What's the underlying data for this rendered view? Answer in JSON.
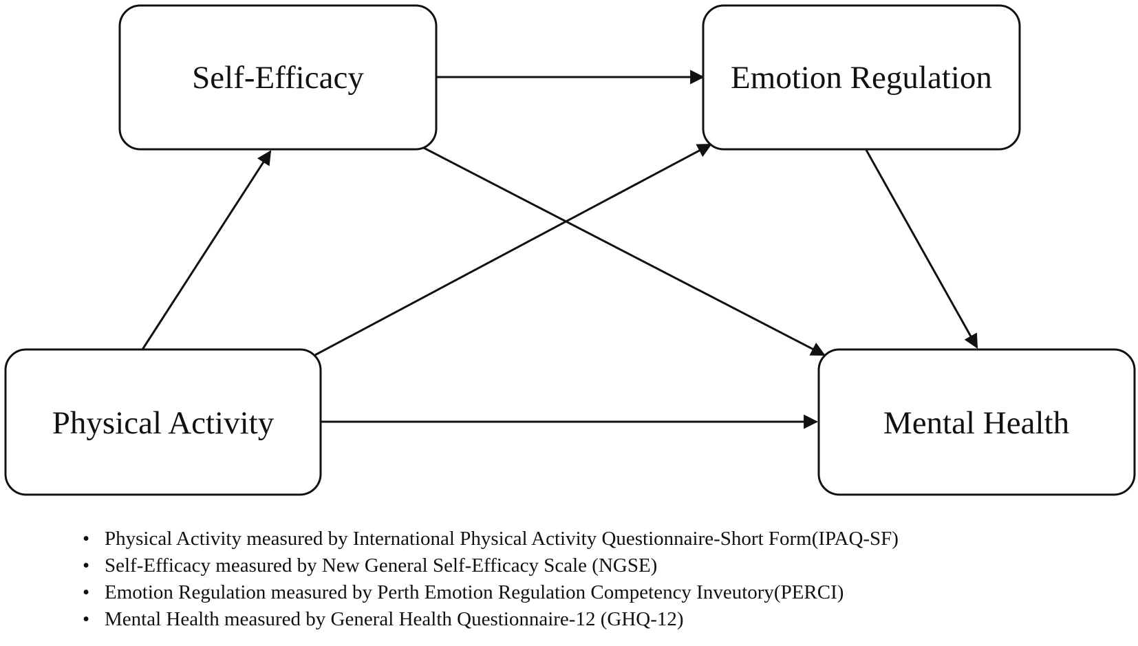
{
  "nodes": {
    "self_efficacy": "Self-Efficacy",
    "emotion_regulation": "Emotion Regulation",
    "physical_activity": "Physical Activity",
    "mental_health": "Mental Health"
  },
  "edges": [
    {
      "from": "physical_activity",
      "to": "self_efficacy"
    },
    {
      "from": "physical_activity",
      "to": "emotion_regulation"
    },
    {
      "from": "physical_activity",
      "to": "mental_health"
    },
    {
      "from": "self_efficacy",
      "to": "emotion_regulation"
    },
    {
      "from": "self_efficacy",
      "to": "mental_health"
    },
    {
      "from": "emotion_regulation",
      "to": "mental_health"
    }
  ],
  "notes": {
    "bullet": "•",
    "items": [
      "Physical Activity measured by International Physical Activity Questionnaire-Short Form(IPAQ-SF)",
      "Self-Efficacy measured by New General Self-Efficacy Scale (NGSE)",
      "Emotion Regulation measured by Perth Emotion Regulation Competency Inveutory(PERCI)",
      "Mental Health measured by General Health Questionnaire-12 (GHQ-12)"
    ]
  },
  "colors": {
    "stroke": "#111111",
    "background": "#ffffff"
  }
}
